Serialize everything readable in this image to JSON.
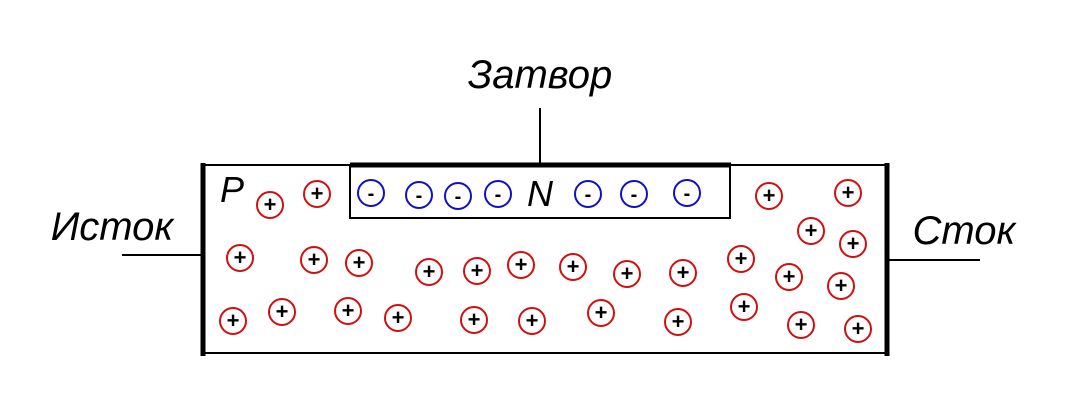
{
  "labels": {
    "gate": "Затвор",
    "source": "Исток",
    "drain": "Сток",
    "p_region": "P",
    "n_region": "N"
  },
  "charges": {
    "positive_symbol": "+",
    "negative_symbol": "-",
    "positive_count": 29,
    "negative_count": 7
  },
  "colors": {
    "positive": "#d01010",
    "negative": "#1010c8",
    "outline": "#000000"
  }
}
